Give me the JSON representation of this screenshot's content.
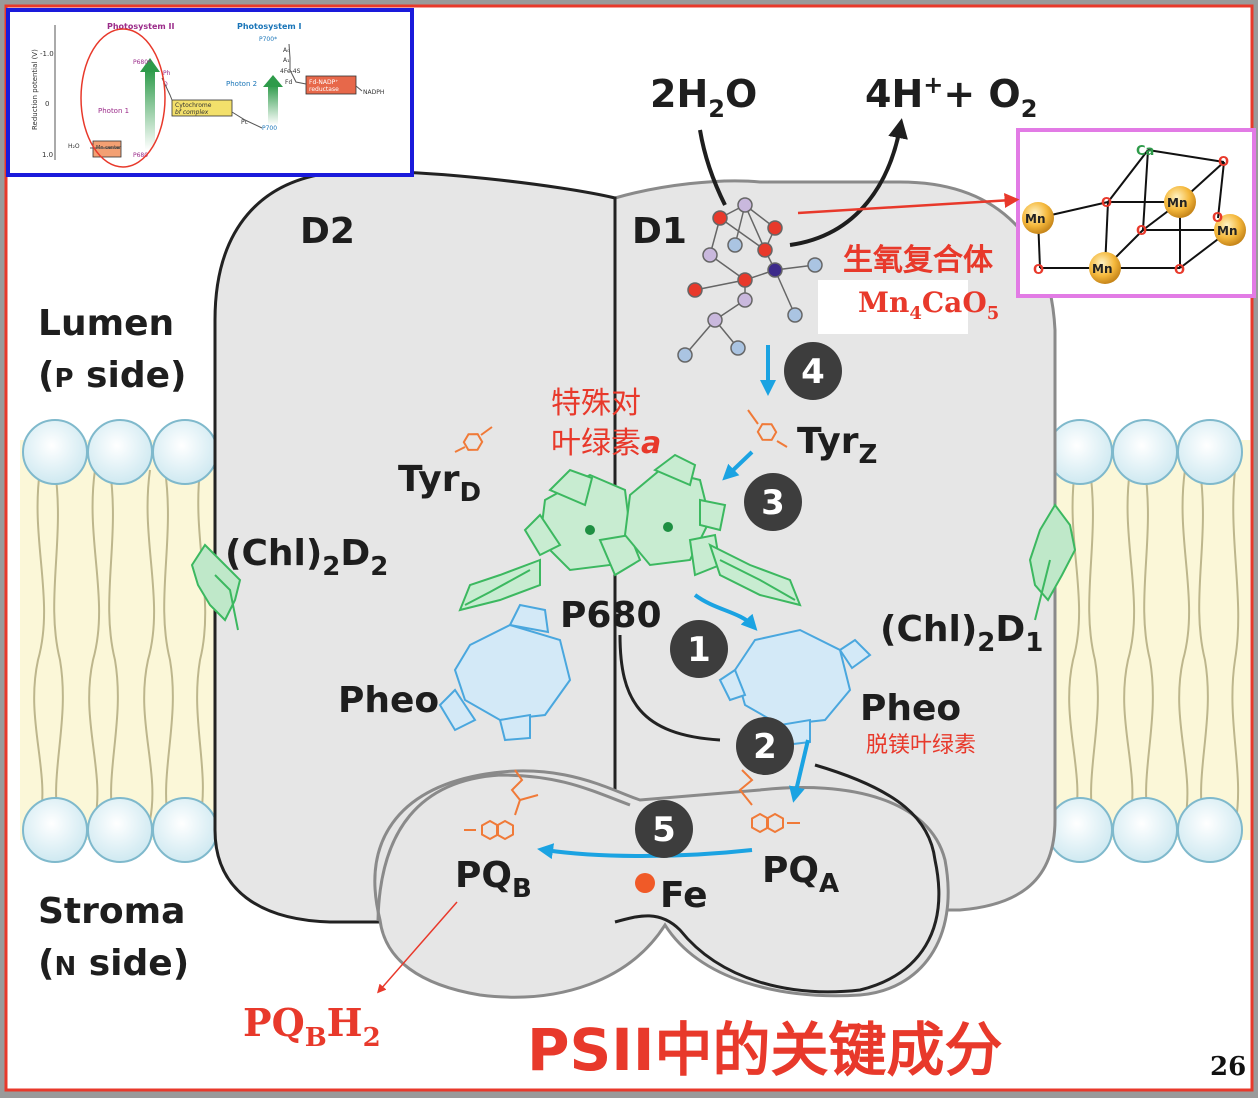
{
  "colors": {
    "accent_red": "#e8392b",
    "frame_blue": "#1a1adb",
    "frame_magenta": "#e27be5",
    "electron_arrow": "#1ba3e2",
    "protein_fill": "#e6e6e6",
    "chlorophyll_green": "#3cb860",
    "pheo_blue": "#4aa7de",
    "tyr_orange": "#f07a38"
  },
  "inset": {
    "photosystem_ii": "Photosystem II",
    "photosystem_i": "Photosystem I",
    "y_axis": "Reduction potential (V)",
    "y_ticks": [
      "-1.0",
      "0",
      "1.0"
    ],
    "p680_star": "P680*",
    "p700_star": "P700*",
    "photon1": "Photon 1",
    "photon2": "Photon 2",
    "h2o": "H₂O",
    "mn_center": "Mn center",
    "p680": "P680",
    "cyt_line1": "Cytochrome",
    "cyt_line2": "bf complex",
    "pc": "Pc",
    "p700": "P700",
    "fd_nadp_line1": "Fd-NADP⁺",
    "fd_nadp_line2": "reductase",
    "nadph": "NADPH",
    "fes": "4Fe-4S",
    "fd": "Fd",
    "pheo_small": "Ph",
    "q_small": "Q",
    "a0": "A₀",
    "a1": "A₁"
  },
  "diagram": {
    "water": "2H",
    "water_sub": "2",
    "water_o": "O",
    "products_4h": "4H",
    "products_plus": "+",
    "products_o2": "+ O",
    "products_o2_sub": "2",
    "d2": "D2",
    "d1": "D1",
    "lumen_1": "Lumen",
    "lumen_2_open": "(",
    "lumen_2_p": "P",
    "lumen_2_rest": " side)",
    "stroma_1": "Stroma",
    "stroma_2_open": "(",
    "stroma_2_n": "N",
    "stroma_2_rest": " side)",
    "oec_cn": "生氧复合体",
    "oec_formula_mn": "Mn",
    "oec_formula_4": "4",
    "oec_formula_cao": "CaO",
    "oec_formula_5": "5",
    "special_pair_1": "特殊对",
    "special_pair_2": "叶绿素",
    "special_pair_a": "a",
    "tyrz": "Tyr",
    "tyrz_sub": "Z",
    "tyrd": "Tyr",
    "tyrd_sub": "D",
    "chl_d2": "(Chl)",
    "chl_d2_sub1": "2",
    "chl_d2_d": "D",
    "chl_d2_sub2": "2",
    "chl_d1": "(Chl)",
    "chl_d1_sub1": "2",
    "chl_d1_d": "D",
    "chl_d1_sub2": "1",
    "p680": "P680",
    "pheo_left": "Pheo",
    "pheo_right": "Pheo",
    "pheo_cn": "脱镁叶绿素",
    "pqa": "PQ",
    "pqa_sub": "A",
    "pqb": "PQ",
    "pqb_sub": "B",
    "fe": "Fe",
    "pqbh2_pq": "PQ",
    "pqbh2_b": "B",
    "pqbh2_h": "H",
    "pqbh2_2": "2",
    "steps": [
      "1",
      "2",
      "3",
      "4",
      "5"
    ],
    "cube_atoms": [
      "Ca",
      "O",
      "O",
      "Mn",
      "Mn",
      "Mn",
      "Mn",
      "O",
      "O",
      "O",
      "O"
    ]
  },
  "footer": {
    "title": "PSII中的关键成分",
    "page_number": "26"
  }
}
